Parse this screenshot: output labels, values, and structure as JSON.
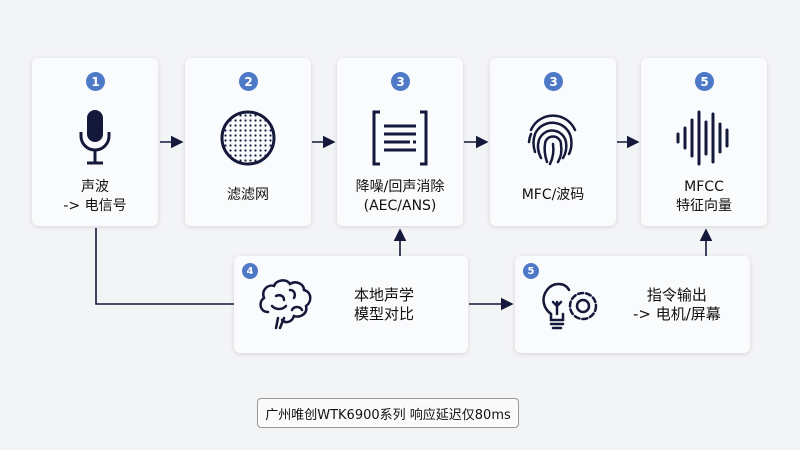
{
  "steps": [
    {
      "badge": "1",
      "line1": "声波",
      "line2": "-> 电信号",
      "icon": "microphone-icon"
    },
    {
      "badge": "2",
      "line1": "滤滤网",
      "line2": "",
      "icon": "mesh-filter-icon"
    },
    {
      "badge": "3",
      "line1": "降噪/回声消除",
      "line2": "(AEC/ANS)",
      "icon": "noise-reduction-icon"
    },
    {
      "badge": "3",
      "line1": "MFC/波码",
      "line2": "",
      "icon": "fingerprint-icon"
    },
    {
      "badge": "5",
      "line1": "MFCC",
      "line2": "特征向量",
      "icon": "waveform-icon"
    }
  ],
  "bottom": [
    {
      "badge": "4",
      "line1": "本地声学",
      "line2": "模型对比",
      "icon": "brain-icon"
    },
    {
      "badge": "5",
      "line1": "指令输出",
      "line2": "-> 电机/屏幕",
      "icon": "bulb-gear-icon"
    }
  ],
  "footer": "广州唯创WTK6900系列  响应延迟仅80ms",
  "colors": {
    "badge": "#4d79c7",
    "ink": "#14183a"
  }
}
